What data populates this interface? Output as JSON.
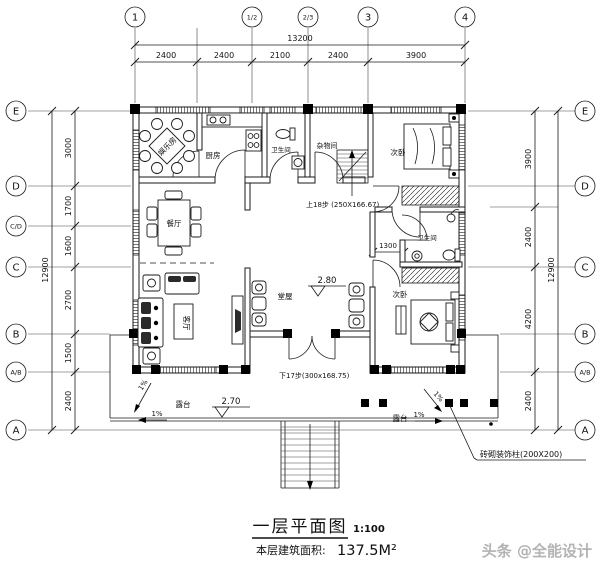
{
  "axes": {
    "top": {
      "bubbles": [
        "1",
        "1/2",
        "2/3",
        "3",
        "4"
      ],
      "total": "13200",
      "dims": [
        "2400",
        "2400",
        "2100",
        "2400",
        "3900"
      ]
    },
    "left": {
      "bubbles": [
        "E",
        "D",
        "C/D",
        "C",
        "B",
        "A/B",
        "A"
      ],
      "total": "12900",
      "dims": [
        "3000",
        "1700",
        "1600",
        "2700",
        "1500",
        "2400"
      ]
    },
    "right": {
      "bubbles": [
        "E",
        "D",
        "C",
        "B",
        "A/B",
        "A"
      ],
      "total": "12900",
      "dims": [
        "3900",
        "2400",
        "4200",
        "2400"
      ]
    }
  },
  "rooms": {
    "entertainment": "娱乐房",
    "kitchen": "厨房",
    "bath_top": "卫生间",
    "storage": "杂物间",
    "bedroom_top": "次卧",
    "dining": "餐厅",
    "living": "客厅",
    "hall": "堂屋",
    "bath_right": "卫生间",
    "bedroom_bottom": "次卧",
    "terrace_left": "露台",
    "terrace_right": "露台"
  },
  "annotations": {
    "stairs_up": "上18步 (250X166.67)",
    "stairs_down": "下17步(300x168.75)",
    "hall_level": "2.80",
    "terrace_level": "2.70",
    "corridor_dim": "1300",
    "slope": "1%",
    "column_note": "砖砌装饰柱(200X200)"
  },
  "title": {
    "main": "一层平面图",
    "scale": "1:100",
    "area_label": "本层建筑面积:",
    "area_value": "137.5M²"
  },
  "watermark": "头条 @全能设计"
}
